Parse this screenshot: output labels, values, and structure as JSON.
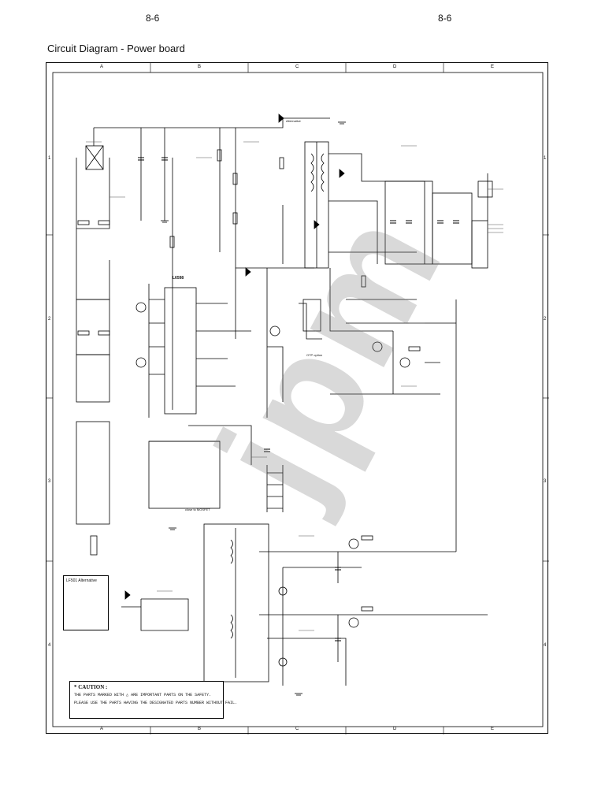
{
  "header": {
    "page_left": "8-6",
    "page_right": "8-6",
    "title": "Circuit Diagram - Power board"
  },
  "grid": {
    "columns": [
      "A",
      "B",
      "C",
      "D",
      "E"
    ],
    "rows": [
      "1",
      "2",
      "3",
      "4"
    ]
  },
  "caution": {
    "heading": "* CAUTION :",
    "line1": "THE PARTS MARKED WITH",
    "line1b": "ARE IMPORTANT PARTS ON THE SAFETY.",
    "line2": "PLEASE USE THE PARTS HAVING THE DESIGNATED PARTS NUMBER WITHOUT FAIL."
  },
  "labels": {
    "ic_main": "L6598",
    "ic_label_alt": "Alternative",
    "lfs_box_title": "LF501 Alternative",
    "otp": "OTP option",
    "mosfet_note": "close to MOSFET"
  },
  "watermark": "jpm"
}
